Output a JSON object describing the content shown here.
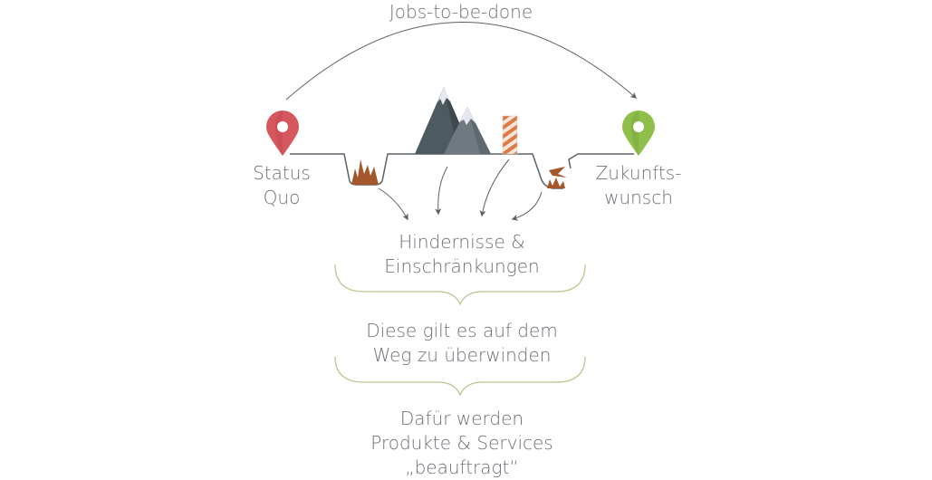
{
  "diagram": {
    "title": "Jobs-to-be-done",
    "start": {
      "line1": "Status",
      "line2": "Quo",
      "pin_color": "#d6575e"
    },
    "goal": {
      "line1": "Zukunfts-",
      "line2": "wunsch",
      "pin_color": "#8fbf4a"
    },
    "obstacles": {
      "line1": "Hindernisse &",
      "line2": "Einschränkungen"
    },
    "overcome": {
      "line1": "Diese gilt es auf dem",
      "line2": "Weg zu überwinden"
    },
    "services": {
      "line1": "Dafür werden",
      "line2": "Produkte & Services",
      "line3": "„beauftragt“"
    },
    "colors": {
      "text": "#6b7178",
      "path": "#5a6168",
      "brace": "#b9c48a",
      "mountain_dark": "#4d5a60",
      "mountain_mid": "#6f7a80",
      "snow": "#e6e8f0",
      "thorns": "#a4572b",
      "barrier_stripe": "#e07a45"
    },
    "icons": [
      "start-pin-icon",
      "goal-pin-icon",
      "mountain-icon",
      "barrier-post-icon",
      "thorn-bush-icon",
      "broken-bridge-icon"
    ]
  }
}
